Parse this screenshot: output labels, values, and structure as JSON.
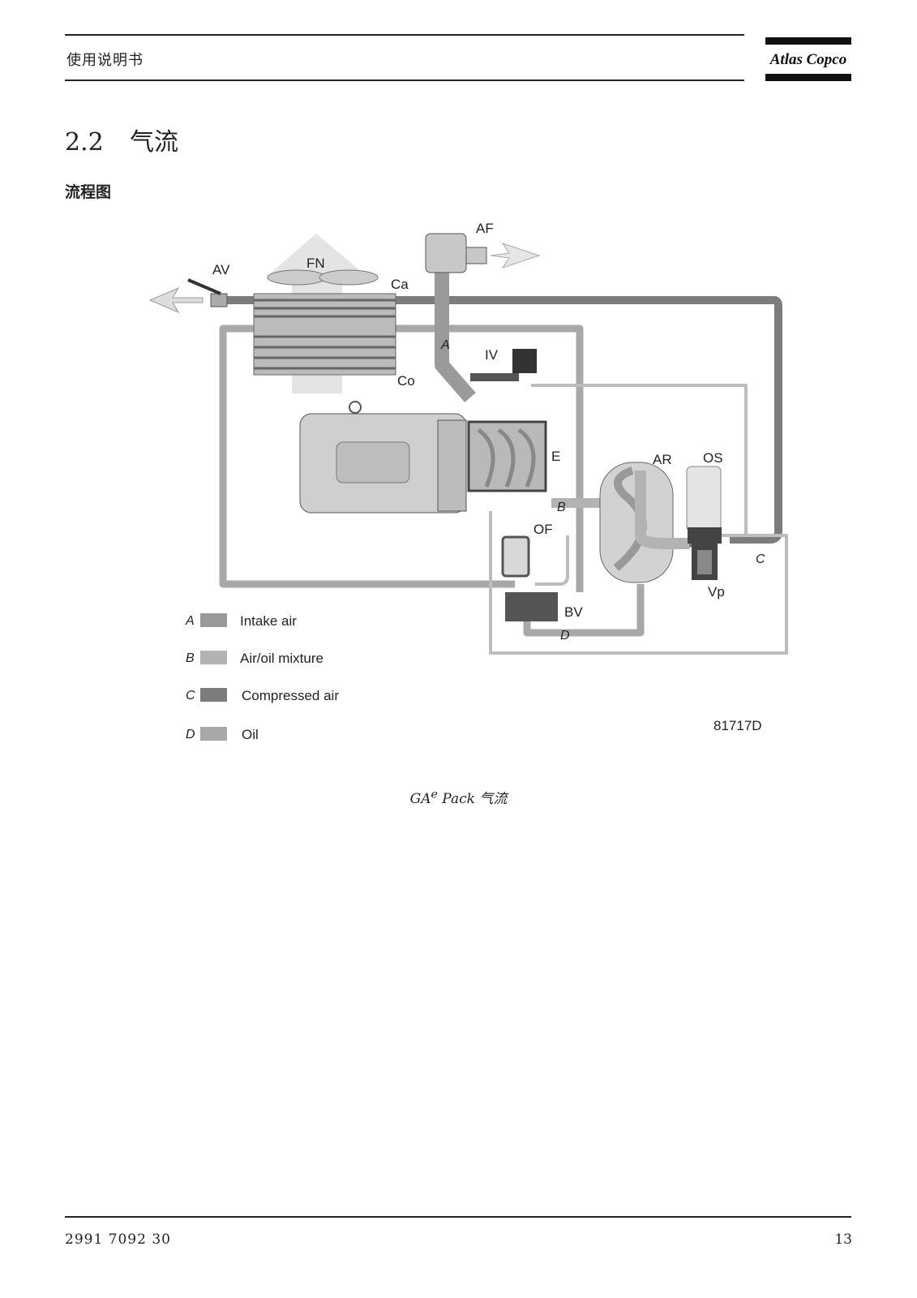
{
  "header": {
    "title": "使用说明书",
    "logo_text": "Atlas Copco"
  },
  "section": {
    "number": "2.2",
    "title": "气流"
  },
  "subsection": {
    "title": "流程图"
  },
  "diagram": {
    "labels": {
      "AF": "AF",
      "AV": "AV",
      "FN": "FN",
      "Ca": "Ca",
      "Co": "Co",
      "A": "A",
      "IV": "IV",
      "E": "E",
      "AR": "AR",
      "OS": "OS",
      "B": "B",
      "OF": "OF",
      "BV": "BV",
      "D": "D",
      "C": "C",
      "Vp": "Vp"
    },
    "legend": [
      {
        "key": "A",
        "label": "Intake air",
        "color": "#9a9a9a"
      },
      {
        "key": "B",
        "label": "Air/oil mixture",
        "color": "#b3b3b3"
      },
      {
        "key": "C",
        "label": "Compressed air",
        "color": "#7c7c7c"
      },
      {
        "key": "D",
        "label": "Oil",
        "color": "#a8a8a8"
      }
    ],
    "figure_id": "81717D"
  },
  "caption": {
    "prefix": "GA",
    "superscript": "e",
    "rest": " Pack 气流"
  },
  "footer": {
    "doc_number": "2991 7092 30",
    "page_number": "13"
  }
}
